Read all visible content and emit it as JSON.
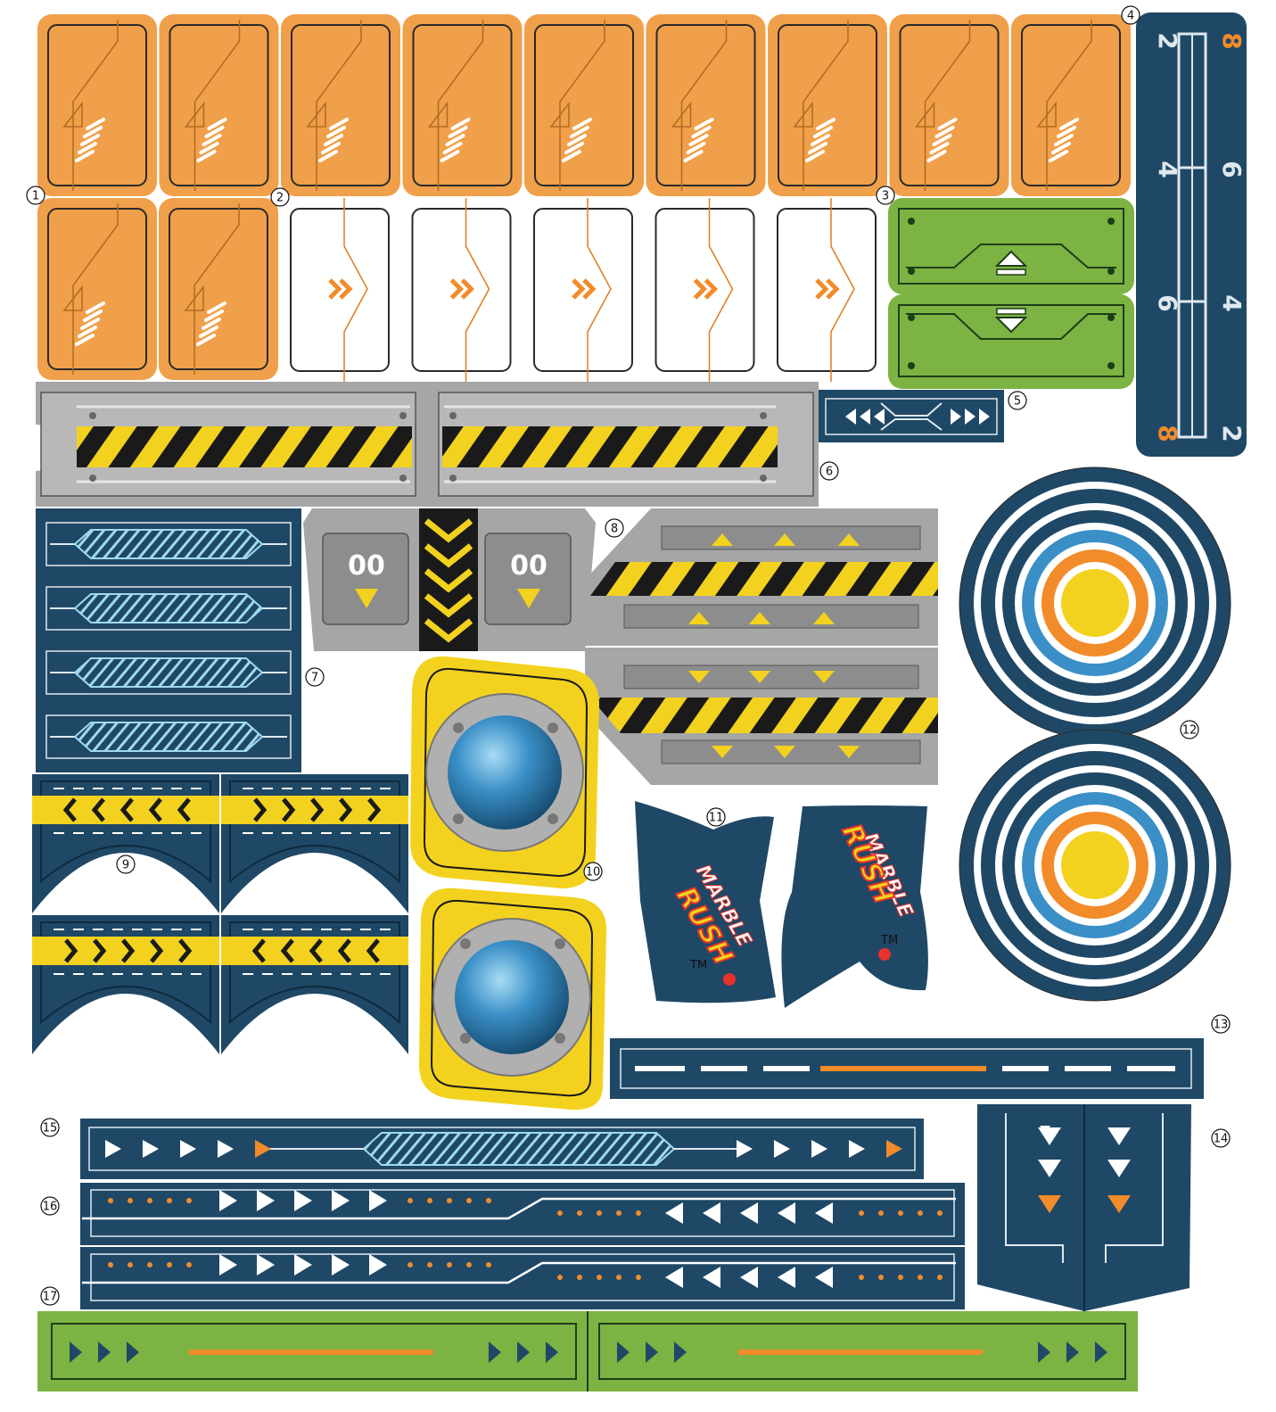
{
  "sheet": {
    "labels": [
      "1",
      "2",
      "3",
      "4",
      "5",
      "6",
      "7",
      "8",
      "9",
      "10",
      "11",
      "12",
      "13",
      "14",
      "15",
      "16",
      "17"
    ],
    "track_numbers": {
      "left_column": [
        "2",
        "4",
        "6",
        "8"
      ],
      "right_column": [
        "8",
        "6",
        "4",
        "2"
      ]
    },
    "panel_badge": "00",
    "logo_lines": [
      "MARBLE",
      "RUSH"
    ],
    "logo_mark": "TM"
  },
  "colors": {
    "orange": "#f0a04a",
    "navy": "#1f4866",
    "green": "#7cb342",
    "yellow": "#f3d21f",
    "gray": "#a6a6a6",
    "black": "#1a1a1a",
    "accent_orange": "#f28b2a",
    "blue": "#3a8fc7"
  }
}
